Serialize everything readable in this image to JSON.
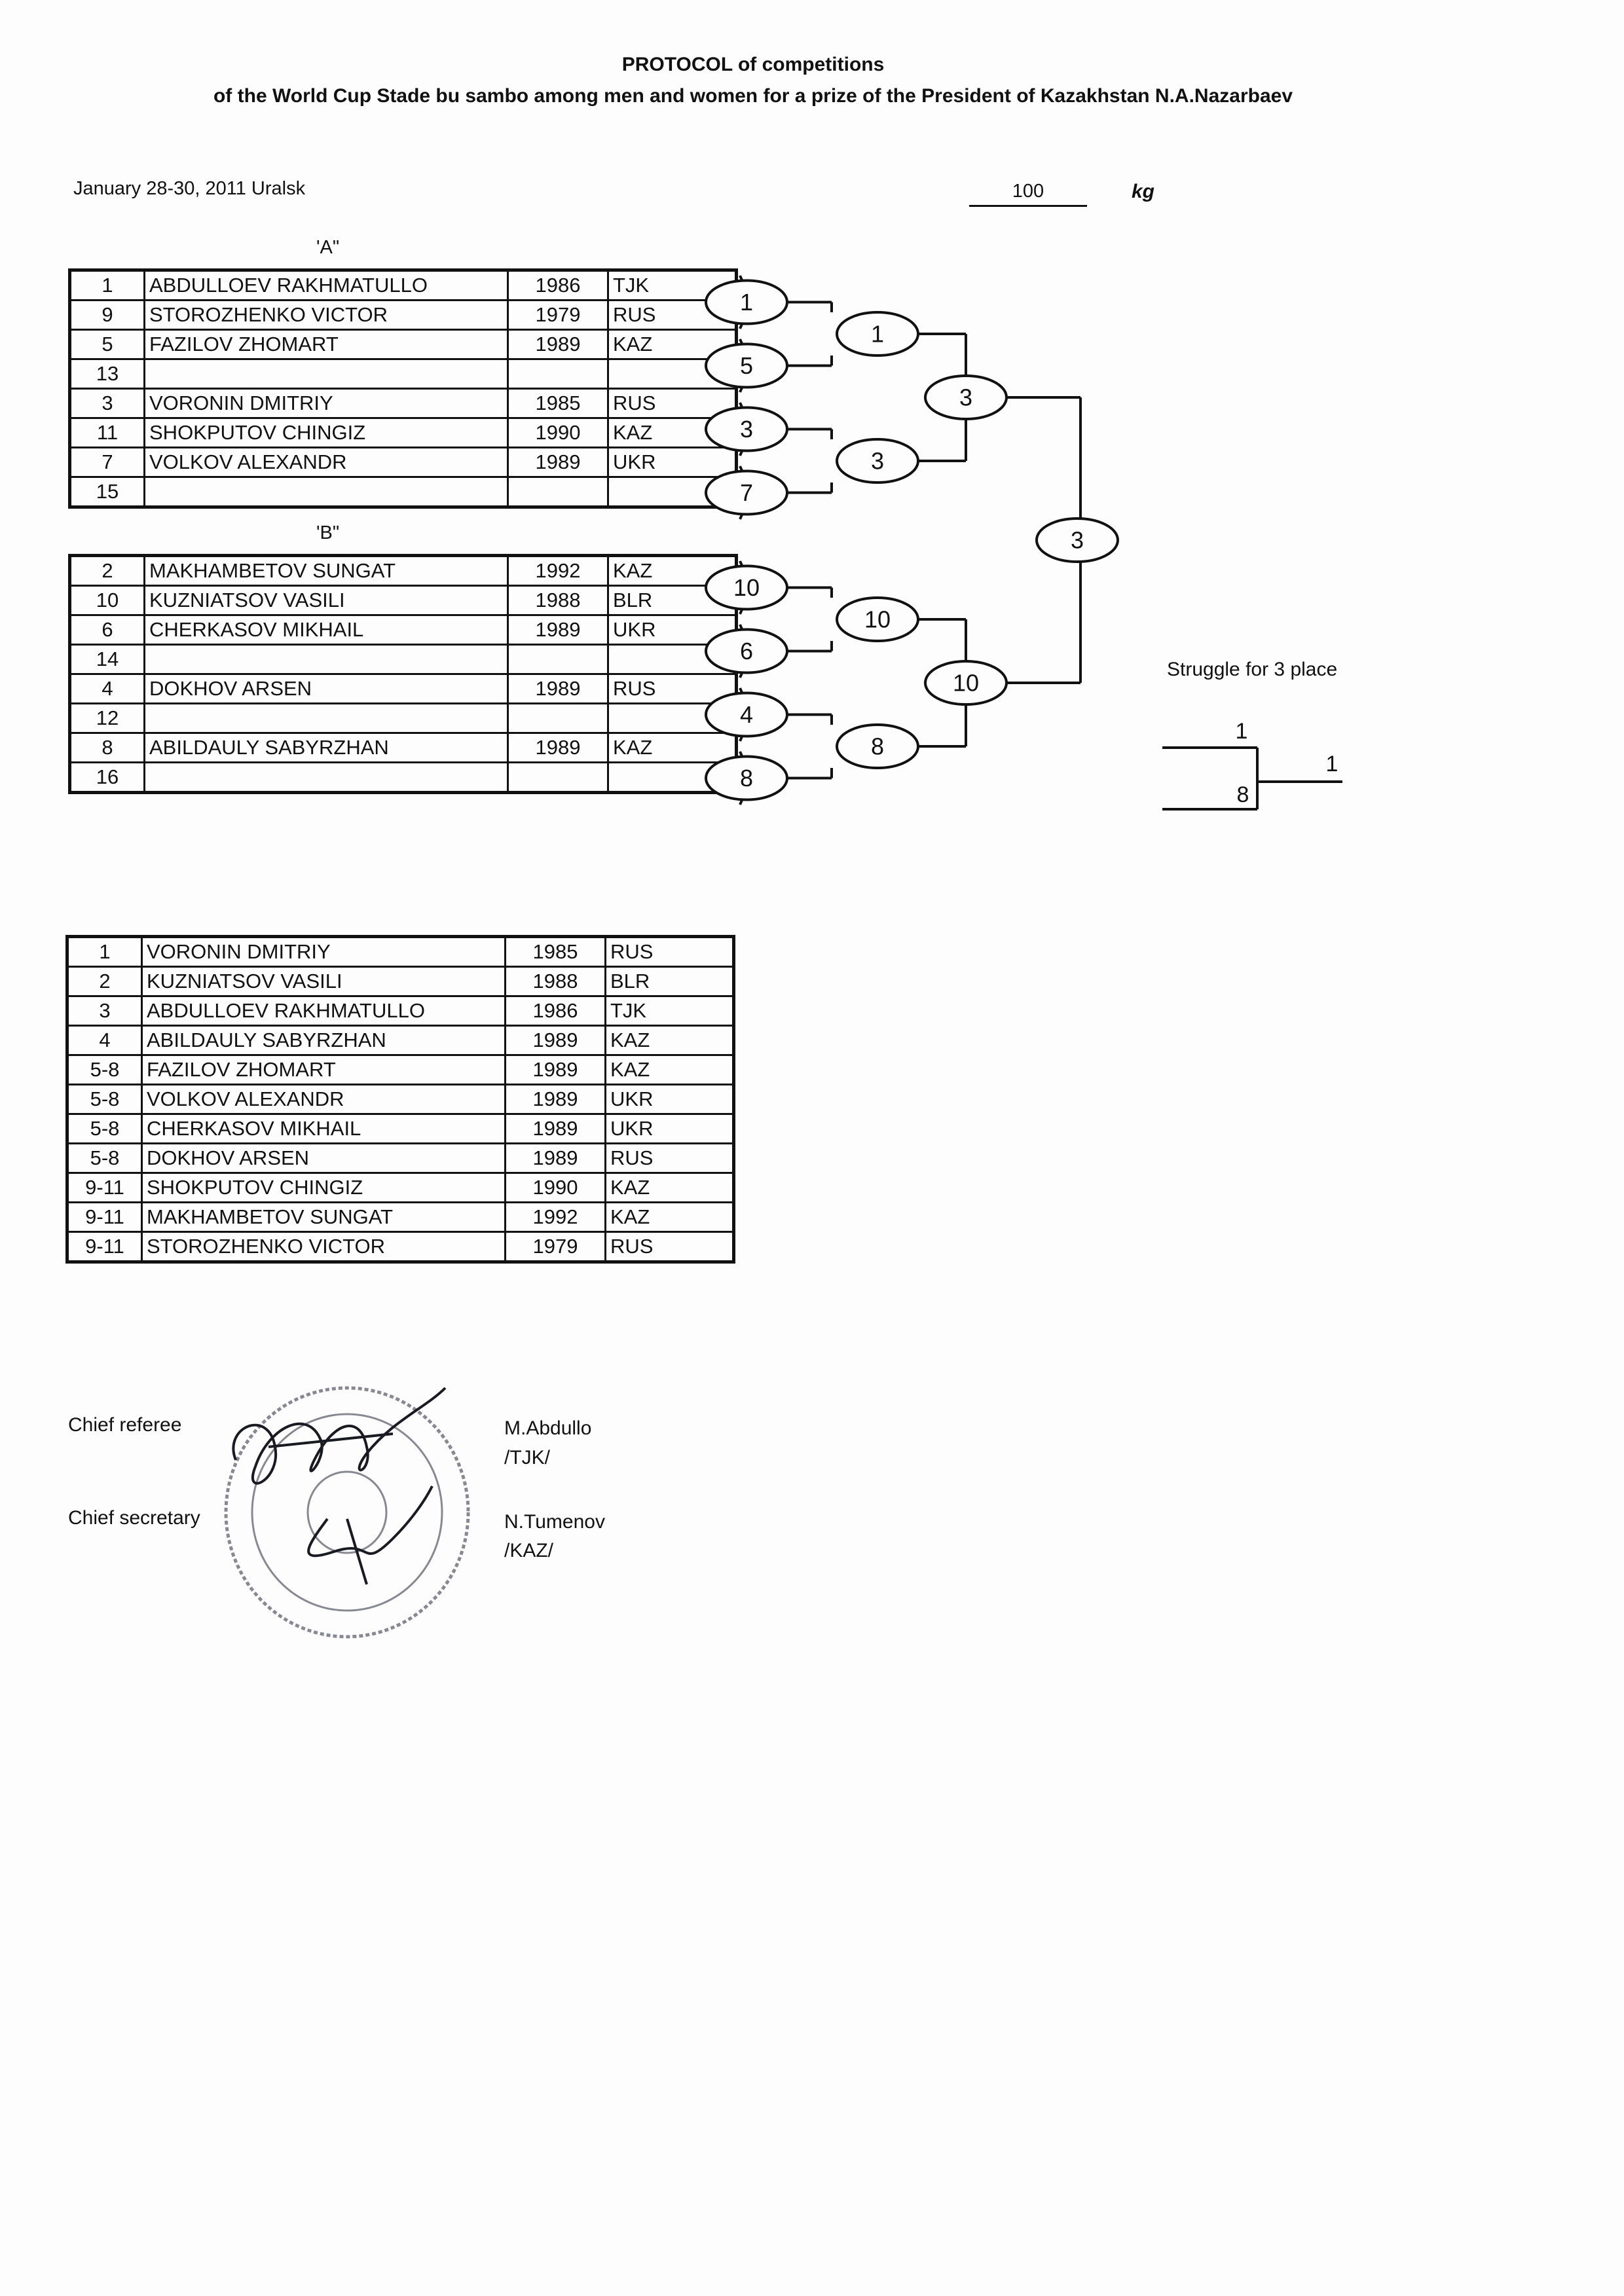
{
  "header": {
    "title_line1": "PROTOCOL of competitions",
    "title_line2": "of the World Cup Stade bu sambo among men and women for a  prize of the President of Kazakhstan N.A.Nazarbaev",
    "date_place": "January 28-30, 2011 Uralsk",
    "weight": "100",
    "weight_unit": "kg"
  },
  "pool_a": {
    "label": "'A\"",
    "rows": [
      {
        "num": "1",
        "name": "ABDULLOEV  RAKHMATULLO",
        "year": "1986",
        "country": "TJK"
      },
      {
        "num": "9",
        "name": "STOROZHENKO VICTOR",
        "year": "1979",
        "country": "RUS"
      },
      {
        "num": "5",
        "name": "FAZILOV ZHOMART",
        "year": "1989",
        "country": "KAZ"
      },
      {
        "num": "13",
        "name": "",
        "year": "",
        "country": ""
      },
      {
        "num": "3",
        "name": "VORONIN  DMITRIY",
        "year": "1985",
        "country": "RUS"
      },
      {
        "num": "11",
        "name": "SHOKPUTOV CHINGIZ",
        "year": "1990",
        "country": "KAZ"
      },
      {
        "num": "7",
        "name": "VOLKOV  ALEXANDR",
        "year": "1989",
        "country": "UKR"
      },
      {
        "num": "15",
        "name": "",
        "year": "",
        "country": ""
      }
    ]
  },
  "pool_b": {
    "label": "'B\"",
    "rows": [
      {
        "num": "2",
        "name": "MAKHAMBETOV  SUNGAT",
        "year": "1992",
        "country": "KAZ"
      },
      {
        "num": "10",
        "name": "KUZNIATSOV  VASILI",
        "year": "1988",
        "country": "BLR"
      },
      {
        "num": "6",
        "name": "CHERKASOV  MIKHAIL",
        "year": "1989",
        "country": "UKR"
      },
      {
        "num": "14",
        "name": "",
        "year": "",
        "country": ""
      },
      {
        "num": "4",
        "name": "DOKHOV  ARSEN",
        "year": "1989",
        "country": "RUS"
      },
      {
        "num": "12",
        "name": "",
        "year": "",
        "country": ""
      },
      {
        "num": "8",
        "name": "ABILDAULY   SABYRZHAN",
        "year": "1989",
        "country": "KAZ"
      },
      {
        "num": "16",
        "name": "",
        "year": "",
        "country": ""
      }
    ]
  },
  "bracket": {
    "a_round1": [
      "1",
      "5",
      "3",
      "7"
    ],
    "a_round2": [
      "1",
      "3"
    ],
    "a_final": "3",
    "b_round1": [
      "10",
      "6",
      "4",
      "8"
    ],
    "b_round2": [
      "10",
      "8"
    ],
    "b_final": "10",
    "final_winner": "3"
  },
  "third_place": {
    "label": "Struggle for 3 place",
    "top": "1",
    "bottom": "8",
    "winner": "1"
  },
  "results": [
    {
      "place": "1",
      "name": "VORONIN  DMITRIY",
      "year": "1985",
      "country": "RUS"
    },
    {
      "place": "2",
      "name": "KUZNIATSOV  VASILI",
      "year": "1988",
      "country": "BLR"
    },
    {
      "place": "3",
      "name": "ABDULLOEV  RAKHMATULLO",
      "year": "1986",
      "country": "TJK"
    },
    {
      "place": "4",
      "name": "ABILDAULY   SABYRZHAN",
      "year": "1989",
      "country": "KAZ"
    },
    {
      "place": "5-8",
      "name": "FAZILOV ZHOMART",
      "year": "1989",
      "country": "KAZ"
    },
    {
      "place": "5-8",
      "name": "VOLKOV  ALEXANDR",
      "year": "1989",
      "country": "UKR"
    },
    {
      "place": "5-8",
      "name": "CHERKASOV  MIKHAIL",
      "year": "1989",
      "country": "UKR"
    },
    {
      "place": "5-8",
      "name": "DOKHOV  ARSEN",
      "year": "1989",
      "country": "RUS"
    },
    {
      "place": "9-11",
      "name": "SHOKPUTOV CHINGIZ",
      "year": "1990",
      "country": "KAZ"
    },
    {
      "place": "9-11",
      "name": "MAKHAMBETOV  SUNGAT",
      "year": "1992",
      "country": "KAZ"
    },
    {
      "place": "9-11",
      "name": "STOROZHENKO VICTOR",
      "year": "1979",
      "country": "RUS"
    }
  ],
  "signatures": {
    "chief_referee_label": "Chief referee",
    "chief_referee_name": "M.Abdullo",
    "chief_referee_country": "/TJK/",
    "chief_secretary_label": "Chief secretary",
    "chief_secretary_name": "N.Tumenov",
    "chief_secretary_country": "/KAZ/"
  }
}
